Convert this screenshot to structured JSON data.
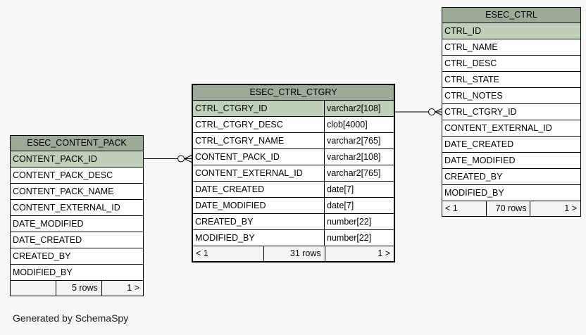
{
  "caption": "Generated by SchemaSpy",
  "colors": {
    "page_background": "#f7f7f7",
    "table_header": "#9bab96",
    "primary_key_row": "#bed1b8",
    "row_background": "#ffffff",
    "footer_background": "#f4f4f4",
    "border": "#000000"
  },
  "tables": [
    {
      "name": "ESEC_CONTENT_PACK",
      "show_types": false,
      "emphasized": false,
      "columns": [
        {
          "name": "CONTENT_PACK_ID",
          "pk": true
        },
        {
          "name": "CONTENT_PACK_DESC",
          "pk": false
        },
        {
          "name": "CONTENT_PACK_NAME",
          "pk": false
        },
        {
          "name": "CONTENT_EXTERNAL_ID",
          "pk": false
        },
        {
          "name": "DATE_MODIFIED",
          "pk": false
        },
        {
          "name": "DATE_CREATED",
          "pk": false
        },
        {
          "name": "CREATED_BY",
          "pk": false
        },
        {
          "name": "MODIFIED_BY",
          "pk": false
        }
      ],
      "footer": {
        "left": "",
        "center": "5 rows",
        "right": "1 >"
      }
    },
    {
      "name": "ESEC_CTRL_CTGRY",
      "show_types": true,
      "emphasized": true,
      "columns": [
        {
          "name": "CTRL_CTGRY_ID",
          "type": "varchar2[108]",
          "pk": true
        },
        {
          "name": "CTRL_CTGRY_DESC",
          "type": "clob[4000]",
          "pk": false
        },
        {
          "name": "CTRL_CTGRY_NAME",
          "type": "varchar2[765]",
          "pk": false
        },
        {
          "name": "CONTENT_PACK_ID",
          "type": "varchar2[108]",
          "pk": false
        },
        {
          "name": "CONTENT_EXTERNAL_ID",
          "type": "varchar2[765]",
          "pk": false
        },
        {
          "name": "DATE_CREATED",
          "type": "date[7]",
          "pk": false
        },
        {
          "name": "DATE_MODIFIED",
          "type": "date[7]",
          "pk": false
        },
        {
          "name": "CREATED_BY",
          "type": "number[22]",
          "pk": false
        },
        {
          "name": "MODIFIED_BY",
          "type": "number[22]",
          "pk": false
        }
      ],
      "footer": {
        "left": "< 1",
        "center": "31 rows",
        "right": "1 >"
      }
    },
    {
      "name": "ESEC_CTRL",
      "show_types": false,
      "emphasized": false,
      "columns": [
        {
          "name": "CTRL_ID",
          "pk": true
        },
        {
          "name": "CTRL_NAME",
          "pk": false
        },
        {
          "name": "CTRL_DESC",
          "pk": false
        },
        {
          "name": "CTRL_STATE",
          "pk": false
        },
        {
          "name": "CTRL_NOTES",
          "pk": false
        },
        {
          "name": "CTRL_CTGRY_ID",
          "pk": false
        },
        {
          "name": "CONTENT_EXTERNAL_ID",
          "pk": false
        },
        {
          "name": "DATE_CREATED",
          "pk": false
        },
        {
          "name": "DATE_MODIFIED",
          "pk": false
        },
        {
          "name": "CREATED_BY",
          "pk": false
        },
        {
          "name": "MODIFIED_BY",
          "pk": false
        }
      ],
      "footer": {
        "left": "< 1",
        "center": "70 rows",
        "right": "1 >"
      }
    }
  ],
  "relationships": [
    {
      "parent_table": "ESEC_CONTENT_PACK",
      "parent_column": "CONTENT_PACK_ID",
      "child_table": "ESEC_CTRL_CTGRY",
      "child_column": "CONTENT_PACK_ID",
      "cardinality_marker": "zero-or-many"
    },
    {
      "parent_table": "ESEC_CTRL_CTGRY",
      "parent_column": "CTRL_CTGRY_ID",
      "child_table": "ESEC_CTRL",
      "child_column": "CTRL_CTGRY_ID",
      "cardinality_marker": "zero-or-many"
    }
  ]
}
